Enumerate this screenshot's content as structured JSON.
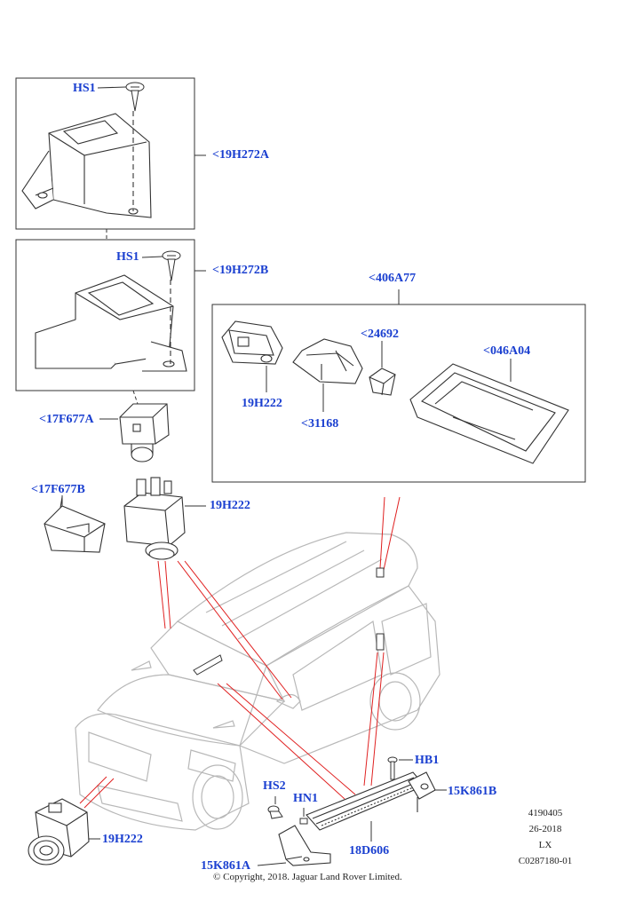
{
  "callouts": {
    "hs1_a": "HS1",
    "19h272a": "<19H272A",
    "hs1_b": "HS1",
    "19h272b": "<19H272B",
    "406a77": "<406A77",
    "24692": "<24692",
    "046a04": "<046A04",
    "19h222_inset": "19H222",
    "31168": "<31168",
    "17f677a": "<17F677A",
    "17f677b": "<17F677B",
    "19h222_main": "19H222",
    "hb1": "HB1",
    "15k861b": "15K861B",
    "hs2": "HS2",
    "hn1": "HN1",
    "18d606": "18D606",
    "15k861a": "15K861A",
    "19h222_bottom": "19H222"
  },
  "reference": {
    "number": "4190405",
    "date": "26-2018",
    "model": "LX",
    "code": "C0287180-01"
  },
  "copyright": "© Copyright, 2018. Jaguar Land Rover Limited.",
  "colors": {
    "callout": "#1a3fd0",
    "leader_red": "#e02020",
    "ghost_car": "#b8b8b8",
    "part": "#333333"
  }
}
